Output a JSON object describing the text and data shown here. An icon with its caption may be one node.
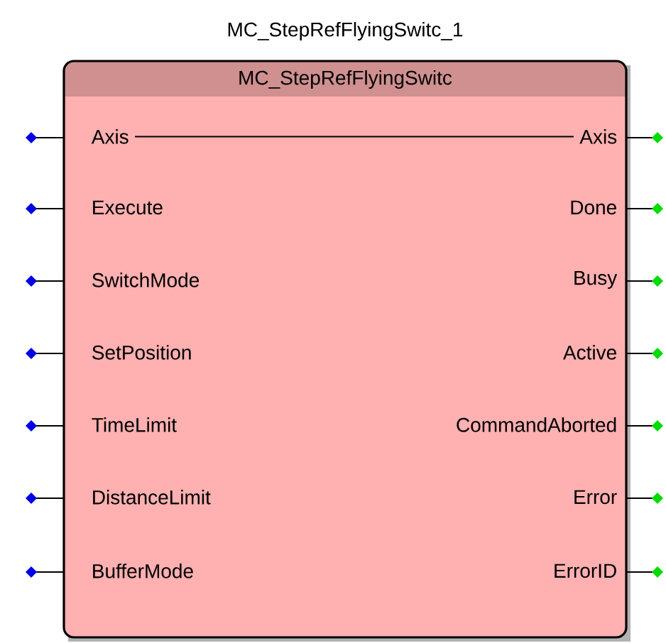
{
  "diagram": {
    "nodes": [
      {
        "text": [
          "MC_StepRefFlyingSwitc_1",
          "MC_StepRefFlyingSwitc"
        ]
      },
      {
        "text": [
          "Axis"
        ],
        "in": 0
      },
      {
        "text": [
          "Axis"
        ],
        "in": 0
      },
      {
        "text": [
          "Execute"
        ],
        "in": 0
      },
      {
        "text": [
          "Done"
        ],
        "in": 0
      },
      {
        "text": [
          "SwitchMode"
        ],
        "in": 0
      },
      {
        "text": [
          "Busy"
        ],
        "in": 0
      },
      {
        "text": [
          "SetPosition"
        ],
        "in": 0
      },
      {
        "text": [
          "Active"
        ],
        "in": 0
      },
      {
        "text": [
          "TimeLimit"
        ],
        "in": 0
      },
      {
        "text": [
          "CommandAborted"
        ],
        "in": 0
      },
      {
        "text": [
          "DistanceLimit"
        ],
        "in": 0
      },
      {
        "text": [
          "Error"
        ],
        "in": 0
      },
      {
        "text": [
          "BufferMode"
        ],
        "in": 0
      },
      {
        "text": [
          "ErrorID"
        ],
        "in": 0
      }
    ],
    "edges": [
      {
        "from": 1,
        "to": 2,
        "arrow": "none"
      }
    ]
  }
}
